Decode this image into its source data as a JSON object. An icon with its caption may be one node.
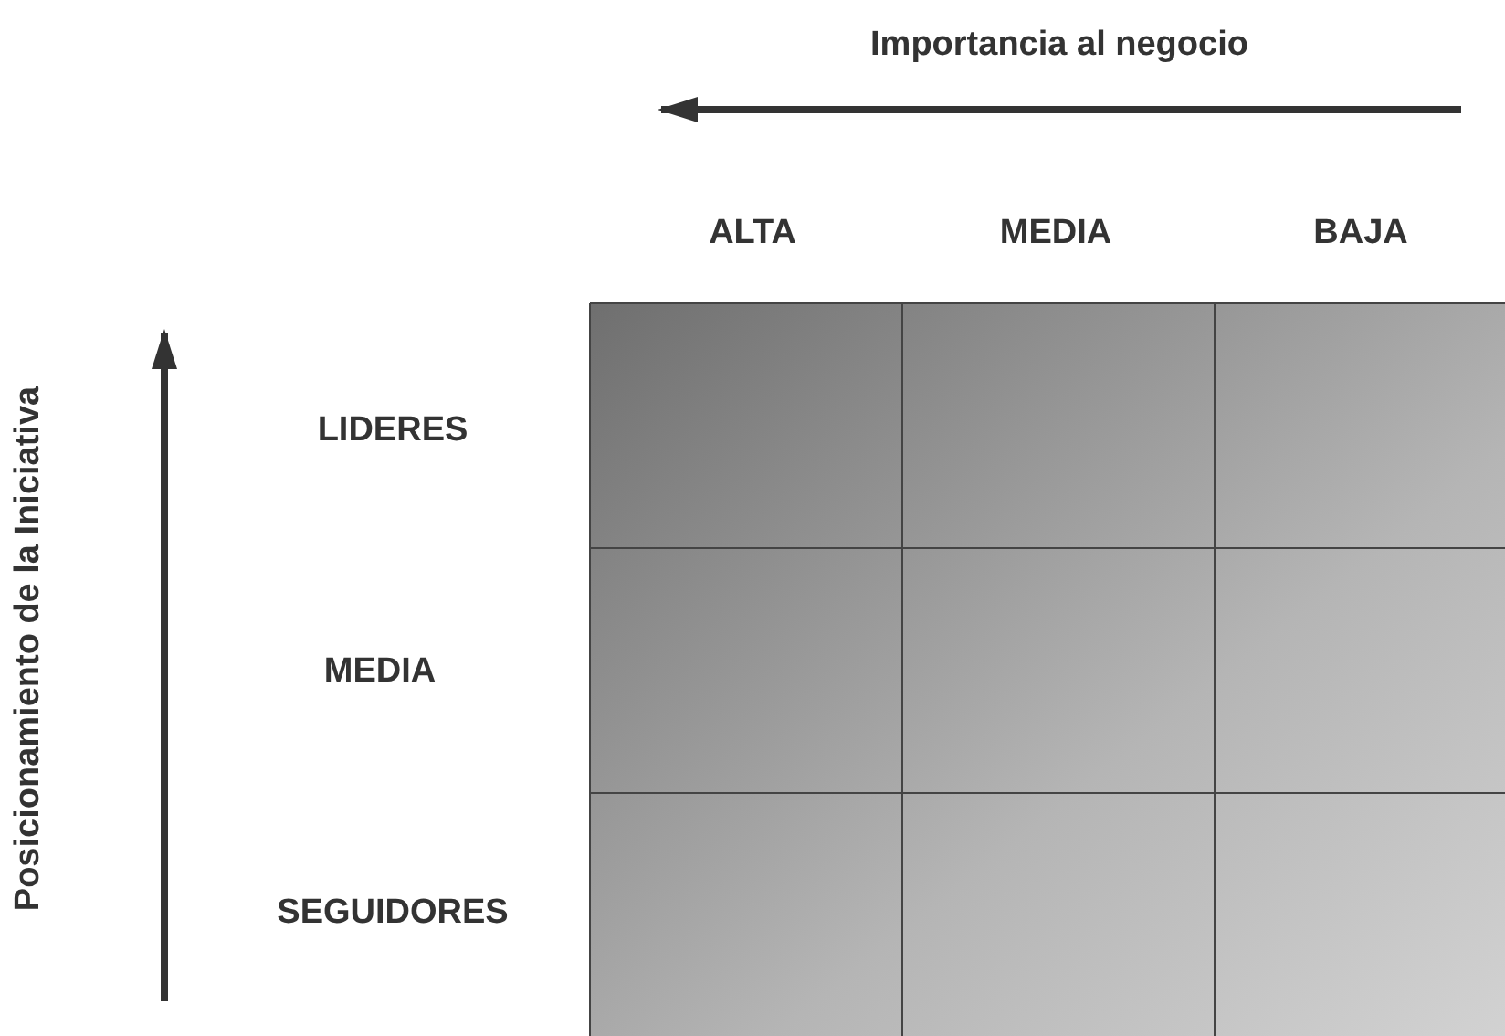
{
  "diagram": {
    "labels": [
      "Importancia al negocio",
      "ALTA",
      "MEDIA",
      "BAJA",
      "Posicionamiento de la Iniciativa",
      "LIDERES",
      "MEDIA",
      "SEGUIDORES"
    ]
  }
}
